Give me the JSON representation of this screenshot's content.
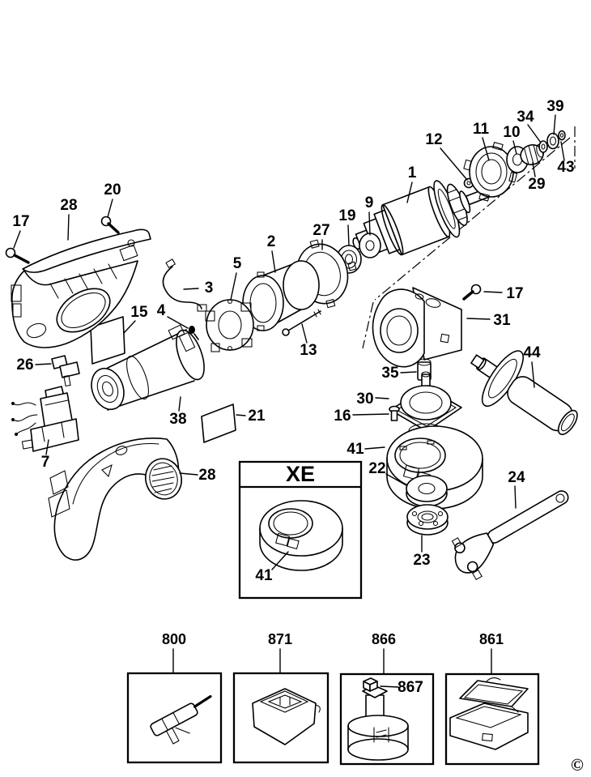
{
  "page": {
    "kind": "exploded-parts-diagram",
    "subject": "angle grinder service drawing",
    "background": "#ffffff",
    "ink": "#000000"
  },
  "callouts": {
    "armature_1": "1",
    "field_coil_2": "2",
    "lead_wire_3": "3",
    "grommet_4": "4",
    "brush_holder_5": "5",
    "switch_7": "7",
    "washer_9": "9",
    "bearing_10": "10",
    "fan_baffle_11": "11",
    "washer_12": "12",
    "screw_13": "13",
    "label_15": "15",
    "screw_16": "16",
    "screw_17_left": "17",
    "screw_17_right": "17",
    "bearing_19": "19",
    "screw_20": "20",
    "label_21": "21",
    "inner_flange_22": "22",
    "outer_flange_23": "23",
    "pin_wrench_24": "24",
    "lock_button_26": "26",
    "baffle_plate_27": "27",
    "housing_top_28": "28",
    "housing_bottom_28": "28",
    "pinion_29": "29",
    "clamp_assembly_30": "30",
    "gear_case_31": "31",
    "ring_34": "34",
    "spacer_35": "35",
    "motor_38": "38",
    "ring_39": "39",
    "guard_41": "41",
    "guard_41_xe": "41",
    "ring_43": "43",
    "side_handle_44": "44"
  },
  "insets": {
    "xe_box": {
      "title": "XE",
      "guard_callout": "41"
    },
    "accessory_boxes": [
      {
        "label": "800"
      },
      {
        "label": "871"
      },
      {
        "label": "866",
        "inner_callout": "867"
      },
      {
        "label": "861"
      }
    ]
  },
  "footer": {
    "copyright_mark": "©"
  }
}
